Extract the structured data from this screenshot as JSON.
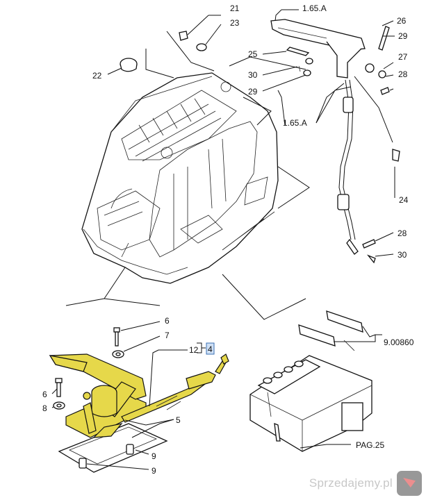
{
  "callouts": {
    "c21": "21",
    "c23": "23",
    "c22": "22",
    "c1_65a_top": "1.65.A",
    "c26": "26",
    "c29a": "29",
    "c25": "25",
    "c27": "27",
    "c30a": "30",
    "c29b": "29",
    "c28a": "28",
    "c1_65a_mid": "1.65.A",
    "c24": "24",
    "c28b": "28",
    "c30b": "30",
    "c6a": "6",
    "c7": "7",
    "c12": "12",
    "c4": "4",
    "c6b": "6",
    "c8": "8",
    "c5": "5",
    "c9a": "9",
    "c9b": "9",
    "c9_00860": "9.00860",
    "cpag25": "PAG.25"
  },
  "watermark": {
    "text": "Sprzedajemy.pl"
  },
  "colors": {
    "highlight": "#e6d84a",
    "line": "#111111",
    "badge": "#cfe0f5"
  }
}
